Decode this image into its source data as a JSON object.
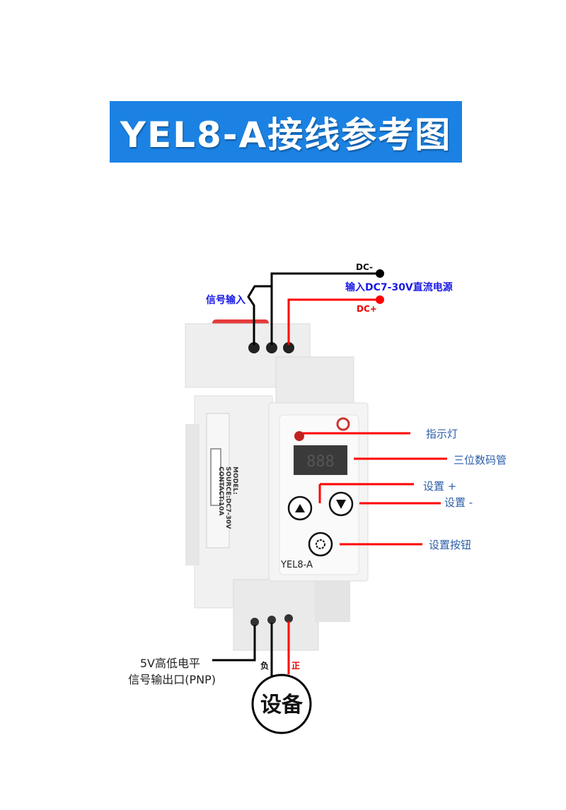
{
  "title": "YEL8-A接线参考图",
  "wiring": {
    "dc_minus": "DC-",
    "dc_plus": "DC+",
    "power_input": "输入DC7-30V直流电源",
    "signal_input": "信号输入",
    "output_line1": "5V高低电平",
    "output_line2": "信号输出口(PNP)",
    "negative": "负",
    "positive": "正",
    "device": "设备"
  },
  "callouts": {
    "indicator": "指示灯",
    "display": "三位数码管",
    "set_plus": "设置 +",
    "set_minus": "设置 -",
    "set_button": "设置按钮"
  },
  "device": {
    "model_label": "YEL8-A",
    "display_value": "888",
    "side_model": "MODEL:",
    "side_source": "SOURCE:DC7-30V",
    "side_contact": "CONTACT:10A"
  },
  "colors": {
    "title_bg": "#1b82e4",
    "wire_red": "#ff0000",
    "label_blue": "#1a1ae6"
  }
}
